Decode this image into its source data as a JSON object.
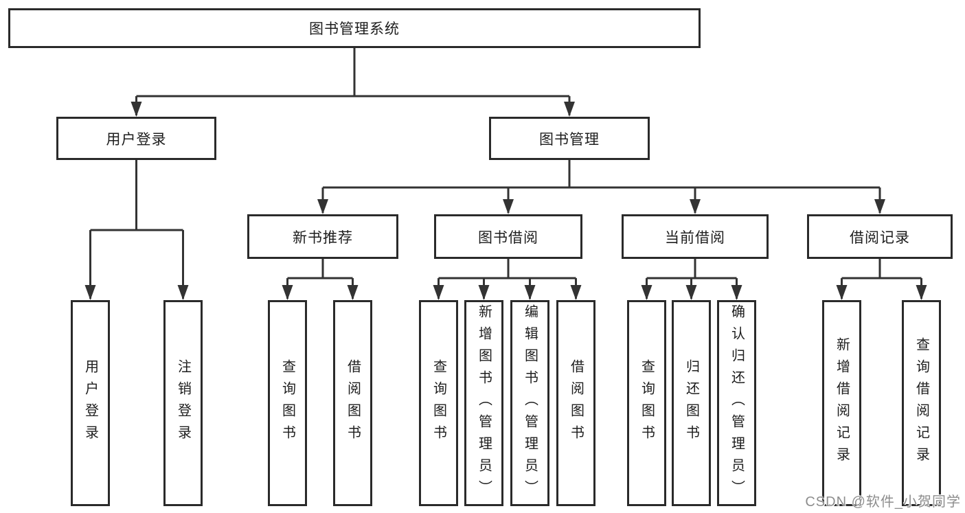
{
  "title": "图书管理系统",
  "tree": {
    "label": "图书管理系统",
    "children": [
      {
        "label": "用户登录",
        "children": [
          {
            "label": "用户登录"
          },
          {
            "label": "注销登录"
          }
        ]
      },
      {
        "label": "图书管理",
        "children": [
          {
            "label": "新书推荐",
            "children": [
              {
                "label": "查询图书"
              },
              {
                "label": "借阅图书"
              }
            ]
          },
          {
            "label": "图书借阅",
            "children": [
              {
                "label": "查询图书"
              },
              {
                "label": "新增图书（管理员）"
              },
              {
                "label": "编辑图书（管理员）"
              },
              {
                "label": "借阅图书"
              }
            ]
          },
          {
            "label": "当前借阅",
            "children": [
              {
                "label": "查询图书"
              },
              {
                "label": "归还图书"
              },
              {
                "label": "确认归还（管理员）"
              }
            ]
          },
          {
            "label": "借阅记录",
            "children": [
              {
                "label": "新增借阅记录"
              },
              {
                "label": "查询借阅记录"
              }
            ]
          }
        ]
      }
    ]
  },
  "watermark": "CSDN @软件_小贺同学",
  "colors": {
    "line": "#333333",
    "box_border": "#2a2a2a",
    "text": "#1d1d1d",
    "watermark": "#8d8d8d",
    "background": "#ffffff"
  }
}
